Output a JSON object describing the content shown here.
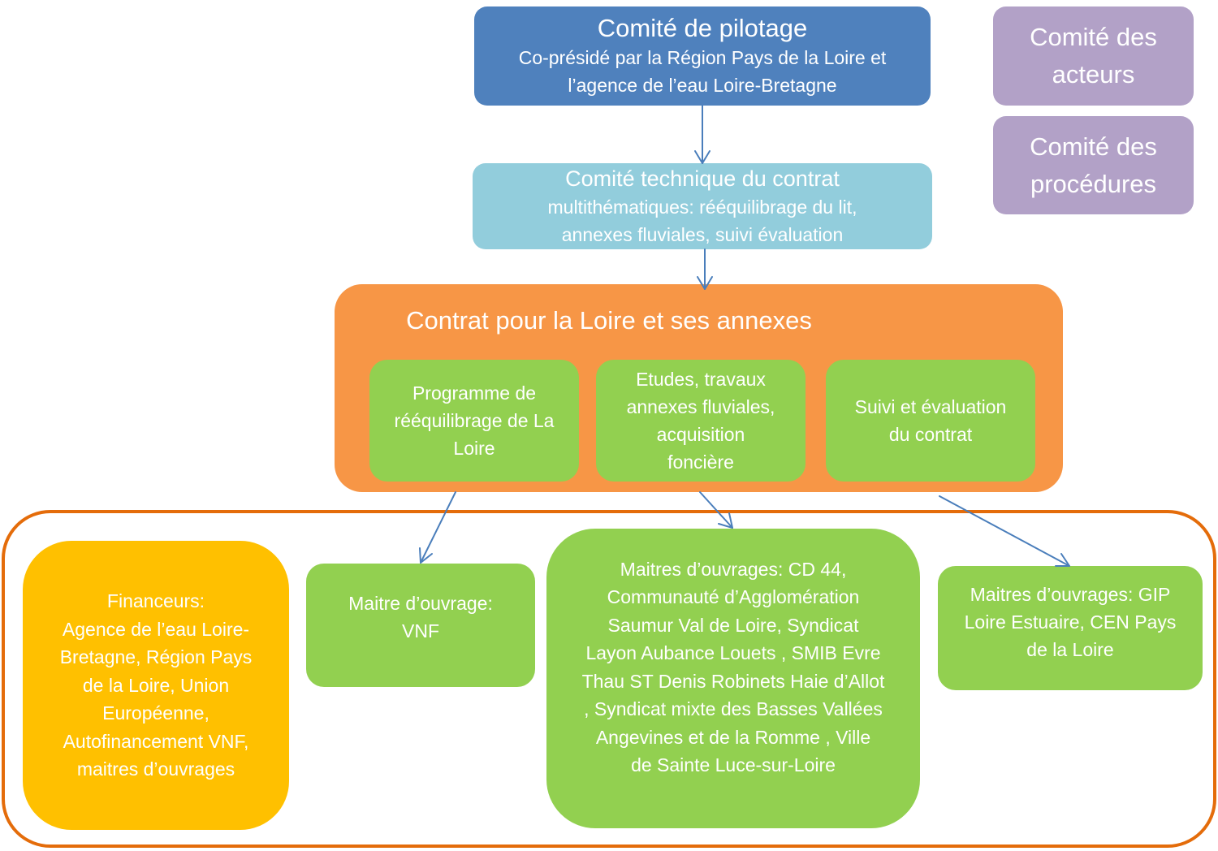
{
  "diagram": {
    "comite_pilotage": {
      "title": "Comité de pilotage",
      "lines": [
        "Co-présidé par la Région Pays de la Loire et",
        "l’agence de l’eau Loire-Bretagne"
      ]
    },
    "comite_acteurs": {
      "lines": [
        "Comité des",
        "acteurs"
      ]
    },
    "comite_procedures": {
      "lines": [
        "Comité des",
        "procédures"
      ]
    },
    "comite_technique": {
      "title": "Comité technique du contrat",
      "lines": [
        "multithématiques: rééquilibrage du lit,",
        "annexes fluviales, suivi évaluation"
      ]
    },
    "contrat": {
      "title": "Contrat pour la Loire et ses annexes",
      "components": [
        {
          "lines": [
            "Programme de",
            "rééquilibrage de La",
            "Loire"
          ]
        },
        {
          "lines": [
            "Etudes, travaux",
            "annexes fluviales,",
            "acquisition",
            "foncière"
          ]
        },
        {
          "lines": [
            "Suivi et évaluation",
            "du contrat"
          ]
        }
      ]
    },
    "financeurs": {
      "lines": [
        "Financeurs:",
        "Agence de l’eau Loire-",
        "Bretagne, Région Pays",
        "de la Loire, Union",
        "Européenne,",
        "Autofinancement VNF,",
        "maitres d’ouvrages"
      ]
    },
    "maitre_ouvrage_vnf": {
      "lines": [
        "Maitre d’ouvrage:",
        "VNF"
      ]
    },
    "maitres_ouvrages_annexes": {
      "lines": [
        "Maitres d’ouvrages: CD 44,",
        "Communauté d’Agglomération",
        "Saumur Val de Loire,  Syndicat",
        "Layon Aubance Louets ,  SMIB Evre",
        "Thau ST Denis Robinets Haie d’Allot",
        ",  Syndicat mixte des Basses Vallées",
        "Angevines et de la Romme ,  Ville",
        "de Sainte Luce-sur-Loire"
      ]
    },
    "maitres_ouvrages_suivi": {
      "lines": [
        "Maitres d’ouvrages: GIP",
        "Loire Estuaire, CEN Pays",
        "de la Loire"
      ]
    }
  },
  "colors": {
    "pilotage": "#4f81bd",
    "comites_lateraux": "#b2a1c7",
    "technique": "#92cddc",
    "contrat": "#f79646",
    "composantes": "#92d050",
    "financeurs": "#ffc000",
    "cadre": "#e46c0a",
    "fleches": "#4a7ebb"
  }
}
